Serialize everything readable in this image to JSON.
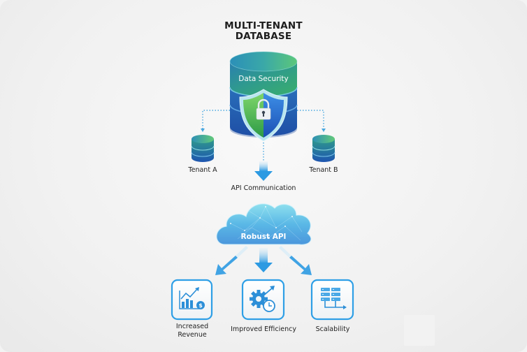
{
  "title": {
    "line1": "MULTI-TENANT",
    "line2": "DATABASE"
  },
  "central_database": {
    "label": "Data Security",
    "icon": "shield-lock-icon"
  },
  "tenants": [
    {
      "label": "Tenant A",
      "icon": "database-icon"
    },
    {
      "label": "Tenant B",
      "icon": "database-icon"
    }
  ],
  "api_communication": {
    "label": "API Communication",
    "icon": "arrow-down-icon"
  },
  "cloud": {
    "label": "Robust API",
    "icon": "cloud-icon"
  },
  "benefits": [
    {
      "label_line1": "Increased",
      "label_line2": "Revenue",
      "icon": "revenue-chart-icon"
    },
    {
      "label_line1": "Improved Efficiency",
      "label_line2": "",
      "icon": "gear-clock-icon"
    },
    {
      "label_line1": "Scalability",
      "label_line2": "",
      "icon": "server-rack-icon"
    }
  ],
  "colors": {
    "accent_blue": "#2f9de4",
    "db_green": "#3fae6a",
    "db_blue": "#2260b8",
    "cloud_blue": "#6cc0ec",
    "connector": "#4aa8e0"
  }
}
